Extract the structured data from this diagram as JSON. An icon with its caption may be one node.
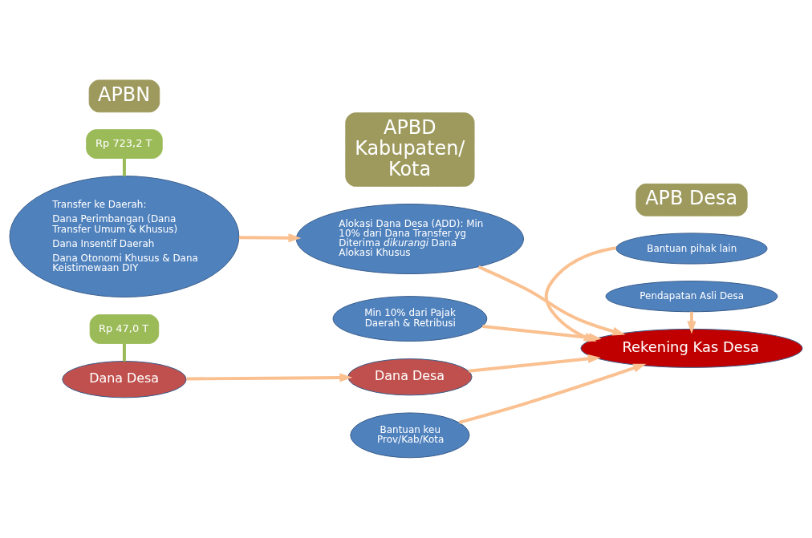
{
  "diagram": {
    "nodes": [
      {
        "text": [
          "APBN"
        ]
      },
      {
        "text": [
          "APBD Kabupaten/ Kota"
        ]
      },
      {
        "text": [
          "APB Desa"
        ]
      },
      {
        "text": [
          "Rp 723,2 T"
        ]
      },
      {
        "text": [
          "Transfer ke Daerah:",
          "Dana Perimbangan (Dana Transfer Umum & Khusus)",
          "Dana Insentif Daerah",
          "Dana Otonomi Khusus & Dana Keistimewaan DIY"
        ]
      },
      {
        "text": [
          "Dana Desa"
        ]
      },
      {
        "text": [
          "Rp 47,0 T"
        ]
      },
      {
        "text": [
          "Min 10% dari Pajak Daerah & Retribusi"
        ]
      },
      {
        "text": [
          "Alokasi Dana Desa (ADD): Min 10% dari Dana Transfer yg Diterima *dikurangi* Dana Alokasi Khusus"
        ]
      },
      {
        "text": [
          "Dana Desa"
        ]
      },
      {
        "text": [
          "Bantuan keu Prov/Kab/Kota"
        ]
      },
      {
        "text": [
          "Bantuan pihak lain"
        ]
      },
      {
        "text": [
          "Rekening Kas Desa"
        ]
      },
      {
        "text": [
          "Pendapatan Asli Desa"
        ]
      }
    ],
    "edges": [
      {
        "from": 3,
        "to": 4,
        "arrow": "none",
        "color": "#9bbb59"
      },
      {
        "from": 6,
        "to": 5,
        "arrow": "none",
        "color": "#9bbb59"
      },
      {
        "from": 4,
        "to": 8,
        "arrow": "to"
      },
      {
        "from": 5,
        "to": 9,
        "arrow": "to"
      },
      {
        "from": 7,
        "to": 12,
        "arrow": "to"
      },
      {
        "from": 8,
        "to": 12,
        "arrow": "to"
      },
      {
        "from": 9,
        "to": 12,
        "arrow": "to"
      },
      {
        "from": 10,
        "to": 12,
        "arrow": "to"
      },
      {
        "from": 11,
        "to": 12,
        "arrow": "to"
      },
      {
        "from": 13,
        "to": 12,
        "arrow": "to"
      }
    ]
  }
}
